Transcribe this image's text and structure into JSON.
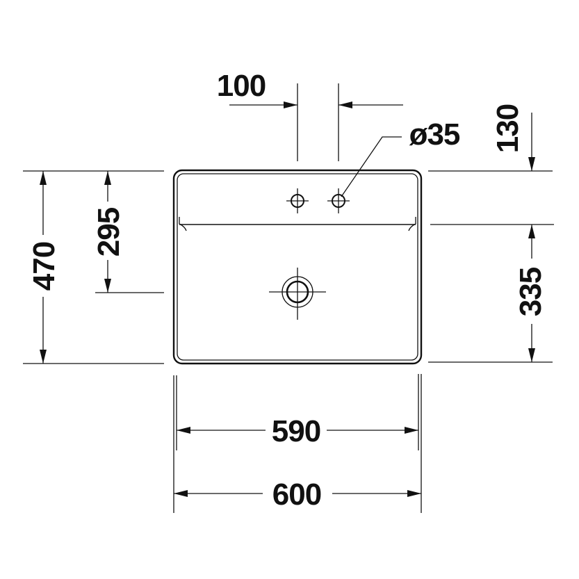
{
  "drawing": {
    "type": "technical-dimension-drawing",
    "subject": "rectangular washbasin top view",
    "line_color": "#111111",
    "background": "#ffffff"
  },
  "dimensions": {
    "tap_hole_spacing": "100",
    "tap_hole_diameter": "ø35",
    "tap_hole_offset_from_back": "130",
    "total_depth": "470",
    "depth_to_overflow": "295",
    "bowl_depth": "335",
    "inner_width": "590",
    "outer_width": "600"
  }
}
